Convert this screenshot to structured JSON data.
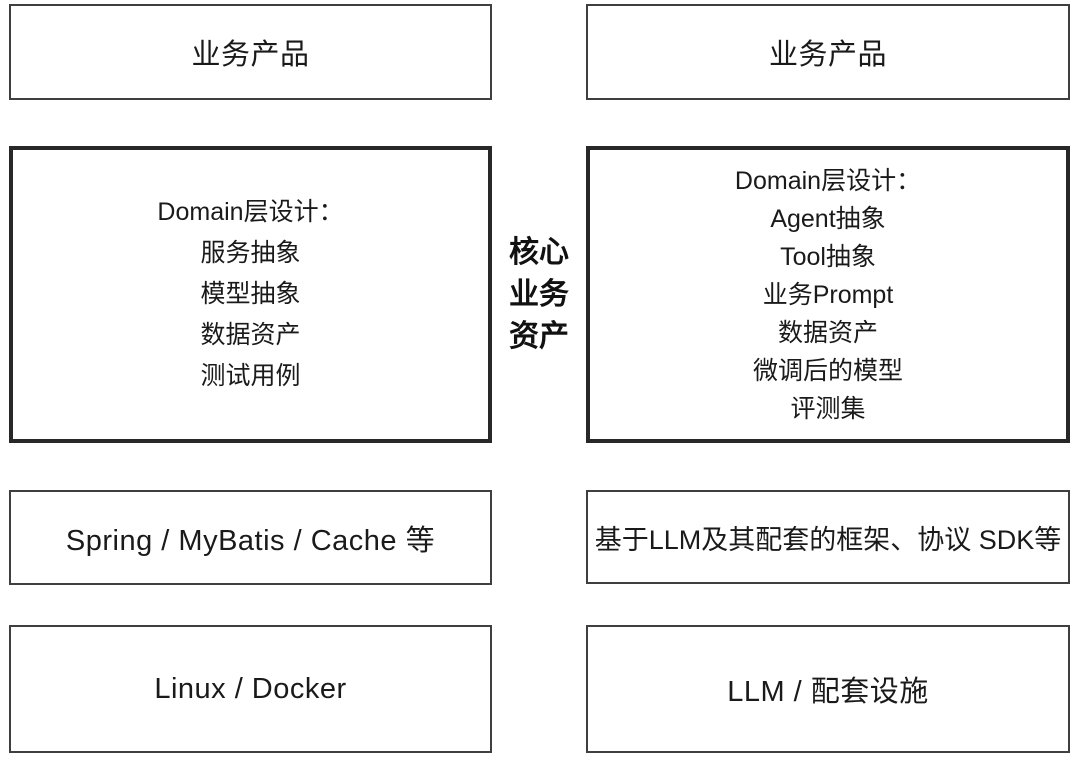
{
  "diagram": {
    "left": {
      "product": "业务产品",
      "domain": {
        "heading": "Domain层设计：",
        "items": [
          "服务抽象",
          "模型抽象",
          "数据资产",
          "测试用例"
        ]
      },
      "framework": "Spring / MyBatis / Cache 等",
      "infra": "Linux / Docker"
    },
    "center": {
      "lines": [
        "核心",
        "业务",
        "资产"
      ]
    },
    "right": {
      "product": "业务产品",
      "domain": {
        "heading": "Domain层设计：",
        "items": [
          "Agent抽象",
          "Tool抽象",
          "业务Prompt",
          "数据资产",
          "微调后的模型",
          "评测集"
        ]
      },
      "framework": "基于LLM及其配套的框架、协议 SDK等",
      "infra": "LLM / 配套设施"
    },
    "colors": {
      "border_thin": "#3f3f3f",
      "border_thick": "#282828",
      "text": "#1a1a1a",
      "background": "#ffffff"
    }
  }
}
